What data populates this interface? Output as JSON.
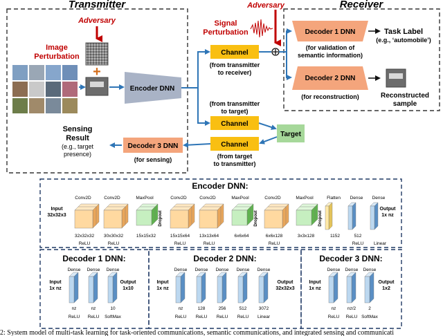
{
  "top": {
    "transmitter_title": "Transmitter",
    "receiver_title": "Receiver",
    "adversary_left": "Adversary",
    "adversary_right": "Adversary",
    "image_perturbation": [
      "Image",
      "Perturbation"
    ],
    "signal_perturbation": [
      "Signal",
      "Perturbation"
    ],
    "encoder": "Encoder DNN",
    "channel1": "Channel",
    "channel1_note": [
      "(from transmitter",
      "to receiver)"
    ],
    "channel2": "Channel",
    "channel2_note": [
      "(from transmitter",
      "to target)"
    ],
    "channel3": "Channel",
    "channel3_note": [
      "(from target",
      "to transmitter)"
    ],
    "target": "Target",
    "decoder1": "Decoder 1 DNN",
    "decoder1_note": [
      "(for validation of",
      "semantic information)"
    ],
    "decoder2": "Decoder 2 DNN",
    "decoder2_note": "(for reconstruction)",
    "decoder3": "Decoder 3 DNN",
    "decoder3_note": "(for sensing)",
    "task_label": [
      "Task Label",
      "(e.g., ‘automobile’)"
    ],
    "reconstructed": [
      "Reconstructed",
      "sample"
    ],
    "sensing_result": [
      "Sensing",
      "Result",
      "(e.g., target",
      "presence)"
    ]
  },
  "encoder_panel": {
    "title": "Encoder DNN:",
    "input": [
      "Input",
      "32x32x3"
    ],
    "output": [
      "Output",
      "1x nz"
    ],
    "dropout": "Dropout",
    "layers": [
      {
        "name": "Conv2D",
        "dims": "32x32x32",
        "act": "ReLU"
      },
      {
        "name": "Conv2D",
        "dims": "30x30x32",
        "act": "ReLU"
      },
      {
        "name": "MaxPool",
        "dims": "15x15x32",
        "act": ""
      },
      {
        "name": "Conv2D",
        "dims": "15x15x64",
        "act": "ReLU"
      },
      {
        "name": "Conv2D",
        "dims": "13x13x64",
        "act": "ReLU"
      },
      {
        "name": "MaxPool",
        "dims": "6x6x64",
        "act": ""
      },
      {
        "name": "Conv2D",
        "dims": "6x6x128",
        "act": "ReLU"
      },
      {
        "name": "MaxPool",
        "dims": "3x3x128",
        "act": ""
      },
      {
        "name": "Flatten",
        "dims": "1152",
        "act": ""
      },
      {
        "name": "Dense",
        "dims": "512",
        "act": "ReLU"
      },
      {
        "name": "Dense",
        "dims": "",
        "act": "Linear"
      }
    ]
  },
  "decoder1_panel": {
    "title": "Decoder 1 DNN:",
    "input": [
      "Input",
      "1x nz"
    ],
    "output": [
      "Output",
      "1x10"
    ],
    "layers": [
      {
        "name": "Dense",
        "dims": "nz",
        "act": "ReLU"
      },
      {
        "name": "Dense",
        "dims": "nz",
        "act": "ReLU"
      },
      {
        "name": "Dense",
        "dims": "10",
        "act": "SoftMax"
      }
    ]
  },
  "decoder2_panel": {
    "title": "Decoder 2 DNN:",
    "input": [
      "Input",
      "1x nz"
    ],
    "output": [
      "Output",
      "32x32x3"
    ],
    "layers": [
      {
        "name": "Dense",
        "dims": "nz",
        "act": "ReLU"
      },
      {
        "name": "Dense",
        "dims": "128",
        "act": "ReLU"
      },
      {
        "name": "Dense",
        "dims": "256",
        "act": "ReLU"
      },
      {
        "name": "Dense",
        "dims": "512",
        "act": "ReLU"
      },
      {
        "name": "Dense",
        "dims": "3072",
        "act": "Linear"
      }
    ]
  },
  "decoder3_panel": {
    "title": "Decoder 3 DNN:",
    "input": [
      "Input",
      "1x nz"
    ],
    "output": [
      "Output",
      "1x2"
    ],
    "layers": [
      {
        "name": "Dense",
        "dims": "nz",
        "act": "ReLU"
      },
      {
        "name": "Dense",
        "dims": "nz/2",
        "act": "ReLU"
      },
      {
        "name": "Dense",
        "dims": "2",
        "act": "SoftMax"
      }
    ]
  },
  "caption": "2: System model of multi-task learning for task-oriented communications, semantic communications, and integrated sensing and communicati",
  "colors": {
    "channel": "#f9bf12",
    "decoder": "#f4a57c",
    "encoder": "#a9b3c6",
    "target": "#a6d89a",
    "arrow": "#2e75b6",
    "adversary": "#c00000"
  }
}
